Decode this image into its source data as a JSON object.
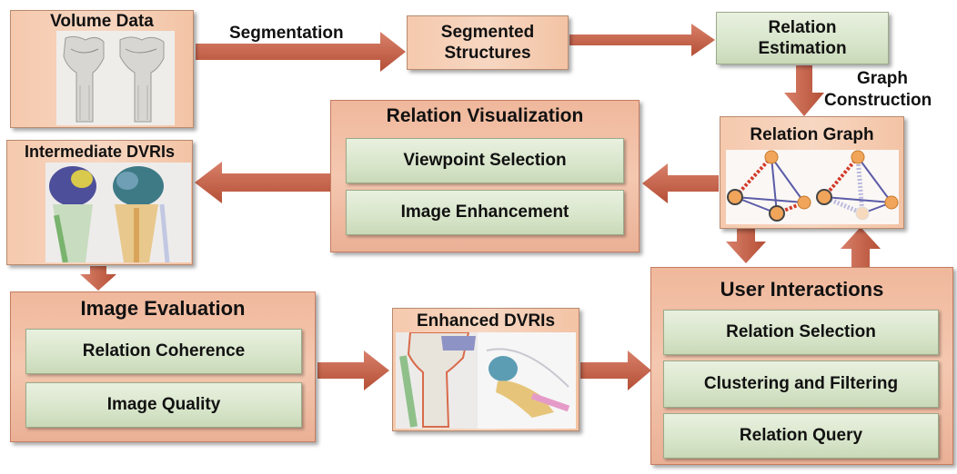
{
  "labels": {
    "volume_data": "Volume Data",
    "segmentation": "Segmentation",
    "segmented_structures": [
      "Segmented",
      "Structures"
    ],
    "relation_estimation": [
      "Relation",
      "Estimation"
    ],
    "graph_construction": [
      "Graph",
      "Construction"
    ],
    "relation_visualization": "Relation Visualization",
    "viewpoint_selection": "Viewpoint Selection",
    "image_enhancement": "Image Enhancement",
    "relation_graph": "Relation Graph",
    "intermediate_dvris": "Intermediate DVRIs",
    "image_evaluation": "Image Evaluation",
    "relation_coherence": "Relation Coherence",
    "image_quality": "Image Quality",
    "enhanced_dvris": "Enhanced DVRIs",
    "user_interactions": "User Interactions",
    "relation_selection": "Relation Selection",
    "clustering_filtering": "Clustering and Filtering",
    "relation_query": "Relation Query"
  },
  "colors": {
    "arrow": "#c8654a",
    "peach_box": "#f5c9ad",
    "salmon_box": "#f0b89c",
    "green_box": "#d9e6cc"
  }
}
